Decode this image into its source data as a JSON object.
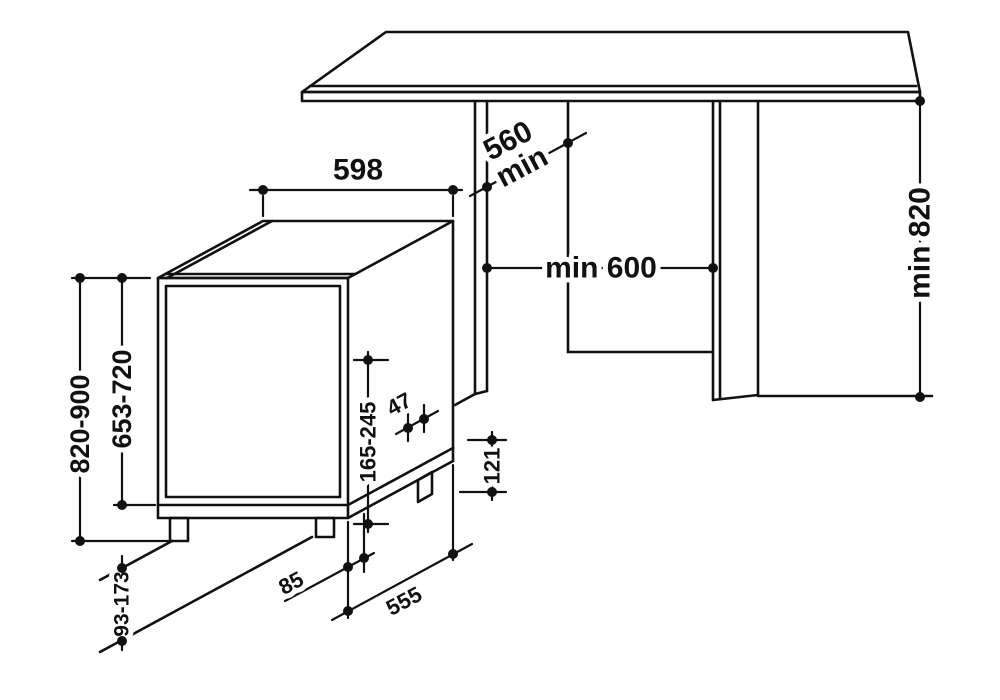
{
  "dims": {
    "appliance_width": "598",
    "niche_depth_value": "560",
    "niche_depth_unit": "min",
    "niche_width": "min 600",
    "niche_height": "min 820",
    "appliance_height": "820-900",
    "door_height": "653-720",
    "plinth_height": "93-173",
    "hose_zone_height": "165-245",
    "rear_clearance": "47",
    "side_clearance": "121",
    "door_recess": "85",
    "appliance_depth": "555"
  },
  "colors": {
    "line": "#111111",
    "background": "#ffffff"
  }
}
